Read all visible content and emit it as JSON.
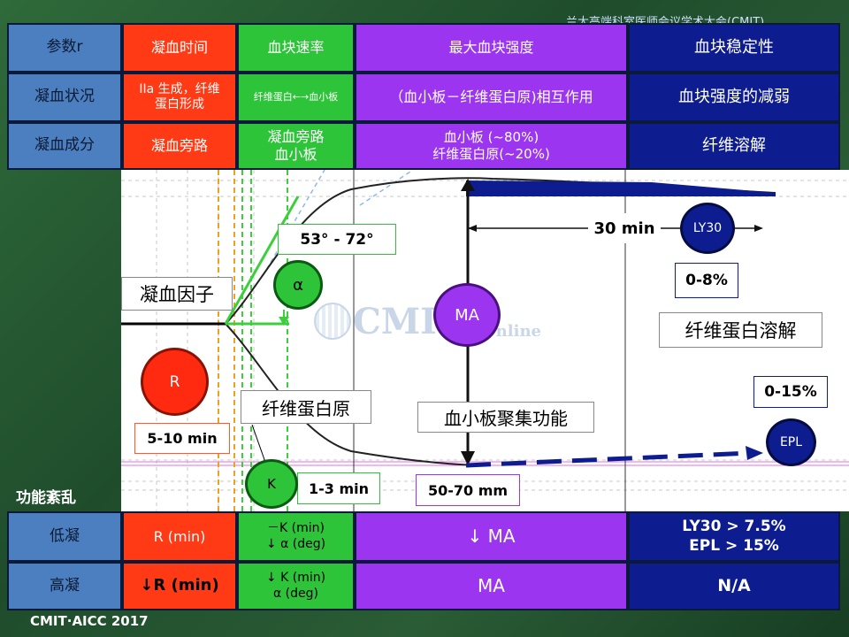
{
  "top_banner": "兰大高端科室医师会议学术大会(CMIT)",
  "header_rows": [
    [
      "参数r",
      "凝血时间",
      "血块速率",
      "最大血块强度",
      "血块稳定性"
    ],
    [
      "凝血状况",
      "IIa 生成，纤维\n蛋白形成",
      "纤维蛋白←→血小板",
      "（血小板－纤维蛋白原)相互作用",
      "血块强度的减弱"
    ],
    [
      "凝血成分",
      "凝血旁路",
      "凝血旁路\n血小板",
      "血小板 (~80%)\n纤维蛋白原(~20%)",
      "纤维溶解"
    ]
  ],
  "diagram": {
    "labels": {
      "coag_factor": "凝血因子",
      "fibrinogen": "纤维蛋白原",
      "platelet_aggregation": "血小板聚集功能",
      "fibrinolysis": "纤维蛋白溶解",
      "watermark_main": "CMIT",
      "watermark_sub": "Online"
    },
    "circles": {
      "r": "R",
      "k": "K",
      "alpha": "α",
      "ma": "MA",
      "ly30": "LY30",
      "epl": "EPL"
    },
    "values": {
      "angle": "53°  - 72°",
      "r_range": "5-10 min",
      "k_range": "1-3 min",
      "ma_range": "50-70 mm",
      "ly30_time": "30 min",
      "ly30_range": "0-8%",
      "epl_range": "0-15%"
    }
  },
  "section_label": "功能紊乱",
  "bottom_rows": [
    [
      "低凝",
      "R (min)",
      "－K (min)\n↓ α (deg)",
      "↓ MA",
      "LY30 > 7.5%\nEPL > 15%"
    ],
    [
      "高凝",
      "↓R (min)",
      "↓ K (min)\nα (deg)",
      "MA",
      "N/A"
    ]
  ],
  "footer": "CMIT·AICC 2017",
  "colors": {
    "blue": "#4b7fc0",
    "red": "#ff3a14",
    "green": "#2ec43a",
    "purple": "#9b35f0",
    "navy": "#0d1c8e",
    "circle_red": "#ff2a10",
    "circle_green": "#2ec43a",
    "circle_purple": "#9b35f0",
    "circle_navy": "#0d1c8e"
  }
}
